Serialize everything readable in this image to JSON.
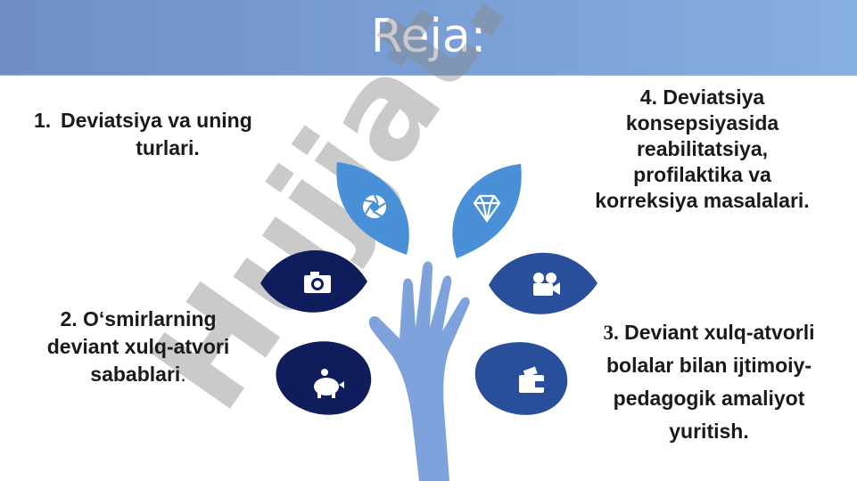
{
  "slide": {
    "title": "Reja:"
  },
  "items": [
    {
      "number": "1.",
      "line1": "Deviatsiya va uning",
      "line2": "turlari."
    },
    {
      "number": "2.",
      "text": "O‘smirlarning deviant xulq-atvori sabablari",
      "suffix": "."
    },
    {
      "number": "3.",
      "text": "Deviant xulq-atvorli bolalar bilan ijtimoiy-pedagogik amaliyot yuritish."
    },
    {
      "number": "4.",
      "text": "Deviatsiya konsepsiyasida reabilitatsiya, profilaktika va korreksiya masalalari."
    }
  ],
  "watermark": {
    "text": "Hujjat.uz"
  },
  "colors": {
    "title_bar": "#7a9ed4",
    "leaf_light": "#4a90d9",
    "leaf_mid": "#2a4f9a",
    "leaf_dark": "#0f1d5c",
    "hand": "#7ea3dc"
  },
  "icons": [
    "aperture-icon",
    "diamond-icon",
    "camera-icon",
    "film-projector-icon",
    "piggy-bank-icon",
    "wallet-icon"
  ]
}
